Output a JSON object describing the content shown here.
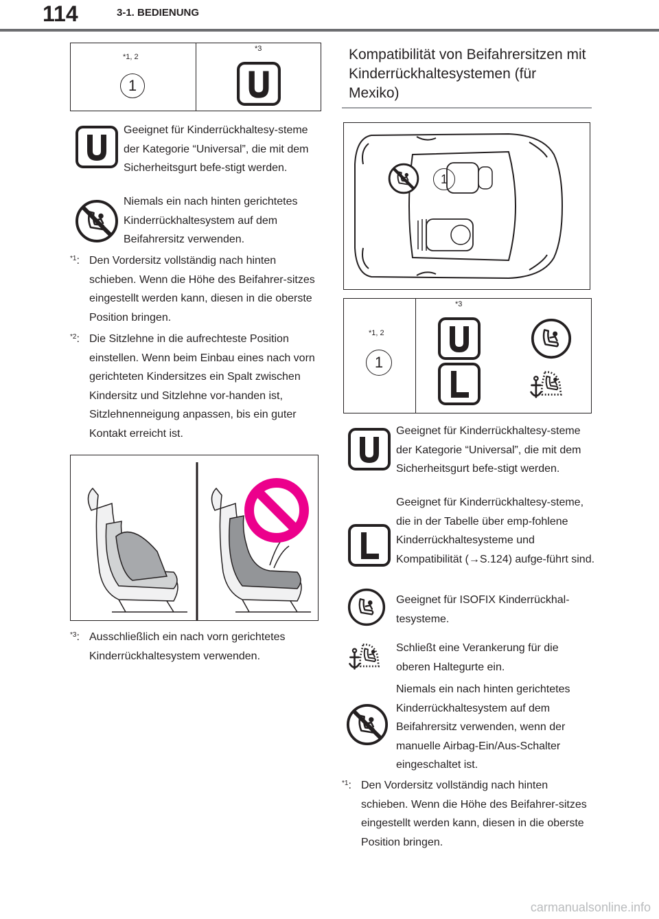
{
  "header": {
    "page_number": "114",
    "section": "3-1. BEDIENUNG"
  },
  "left": {
    "table": {
      "col1_note": "*1, 2",
      "col1_value": "1",
      "col2_note": "*3"
    },
    "legend": [
      {
        "icon": "u-universal-icon",
        "text": "Geeignet für Kinderrückhaltesy-steme der Kategorie “Universal”, die mit dem Sicherheitsgurt befe-stigt werden."
      },
      {
        "icon": "no-rear-facing-seat-icon",
        "text": "Niemals ein nach hinten gerichtetes Kinderrückhaltesystem auf dem Beifahrersitz verwenden."
      }
    ],
    "footnotes": [
      {
        "mark": "*1",
        "text": "Den Vordersitz vollständig nach hinten schieben. Wenn die Höhe des Beifahrer-sitzes eingestellt werden kann, diesen in die oberste Position bringen."
      },
      {
        "mark": "*2",
        "text": "Die Sitzlehne in die aufrechteste Position einstellen. Wenn beim Einbau eines nach vorn gerichteten Kindersitzes ein Spalt zwischen Kindersitz und Sitzlehne vor-handen ist, Sitzlehnenneigung anpassen, bis ein guter Kontakt erreicht ist."
      },
      {
        "mark": "*3",
        "text": "Ausschließlich ein nach vorn gerichtetes Kinderrückhaltesystem verwenden."
      }
    ]
  },
  "right": {
    "section_title": "Kompatibilität von Beifahrersitzen mit Kinderrückhaltesystemen (für Mexiko)",
    "car_diagram": {
      "seat_number": "1"
    },
    "table": {
      "col1_note": "*1, 2",
      "col1_value": "1",
      "col2_note": "*3"
    },
    "legend": [
      {
        "icon": "u-universal-icon",
        "text": "Geeignet für Kinderrückhaltesy-steme der Kategorie “Universal”, die mit dem Sicherheitsgurt befe-stigt werden."
      },
      {
        "icon": "l-specific-icon",
        "text": "Geeignet für Kinderrückhaltesy-steme, die in der Tabelle über emp-fohlene Kinderrückhaltesysteme und Kompatibilität (→S.124) aufge-führt sind."
      },
      {
        "icon": "isofix-icon",
        "text": "Geeignet für ISOFIX Kinderrückhal-tesysteme."
      },
      {
        "icon": "top-tether-anchor-icon",
        "text": "Schließt eine Verankerung für die oberen Haltegurte ein."
      },
      {
        "icon": "no-rear-facing-seat-icon",
        "text": "Niemals ein nach hinten gerichtetes Kinderrückhaltesystem auf dem Beifahrersitz verwenden, wenn der manuelle Airbag-Ein/Aus-Schalter eingeschaltet ist."
      }
    ],
    "footnotes": [
      {
        "mark": "*1",
        "text": "Den Vordersitz vollständig nach hinten schieben. Wenn die Höhe des Beifahrer-sitzes eingestellt werden kann, diesen in die oberste Position bringen."
      }
    ]
  },
  "footer": {
    "watermark": "carmanualsonline.info"
  }
}
